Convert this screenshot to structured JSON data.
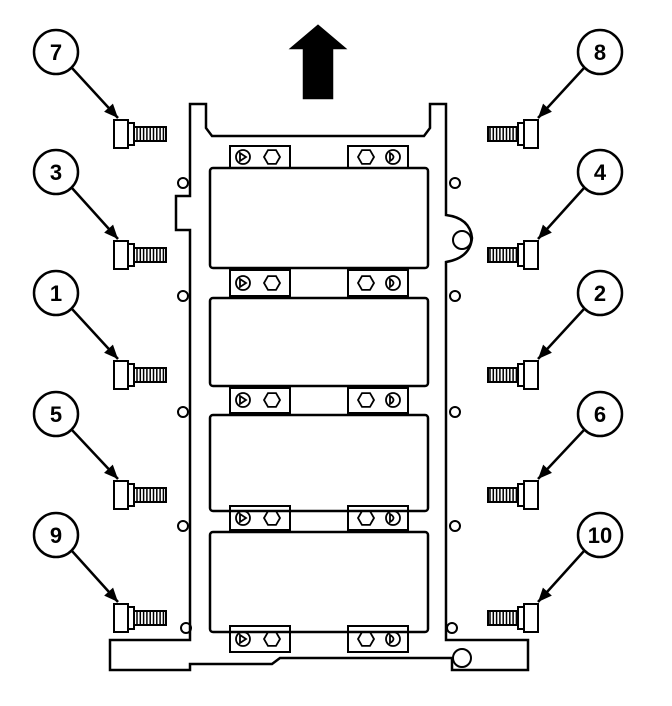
{
  "diagram": {
    "callouts": [
      {
        "label": "7",
        "side": "left",
        "row": 0
      },
      {
        "label": "8",
        "side": "right",
        "row": 0
      },
      {
        "label": "3",
        "side": "left",
        "row": 1
      },
      {
        "label": "4",
        "side": "right",
        "row": 1
      },
      {
        "label": "1",
        "side": "left",
        "row": 2
      },
      {
        "label": "2",
        "side": "right",
        "row": 2
      },
      {
        "label": "5",
        "side": "left",
        "row": 3
      },
      {
        "label": "6",
        "side": "right",
        "row": 3
      },
      {
        "label": "9",
        "side": "left",
        "row": 4
      },
      {
        "label": "10",
        "side": "right",
        "row": 4
      }
    ],
    "direction_arrow": "up",
    "colors": {
      "line": "#000000",
      "background": "#ffffff"
    }
  }
}
